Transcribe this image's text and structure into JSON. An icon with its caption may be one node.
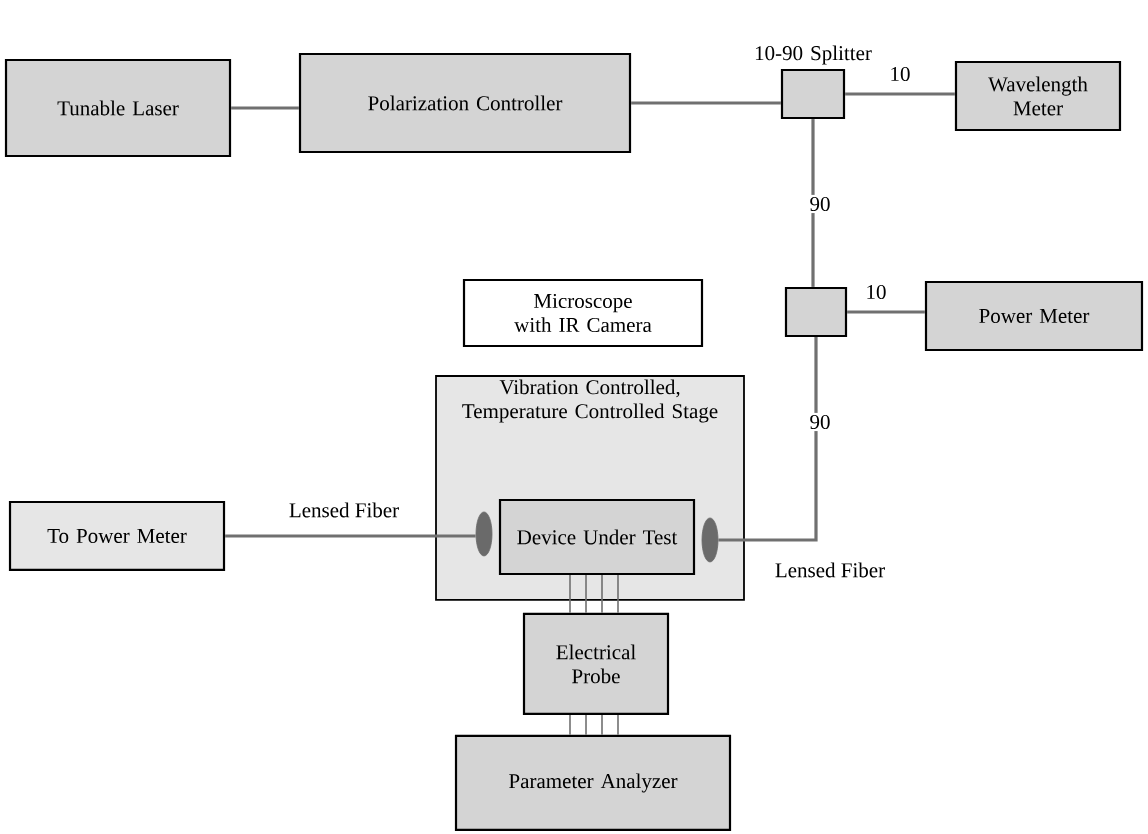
{
  "diagram": {
    "nodes": [
      {
        "text": [
          "Tunable Laser"
        ]
      },
      {
        "text": [
          "Polarization Controller"
        ]
      },
      {
        "text": [
          "10-90 Splitter"
        ]
      },
      {
        "text": [
          "Wavelength Meter"
        ]
      },
      {
        "text": [
          "Microscope with IR Camera"
        ]
      },
      {
        "text": [],
        "shape": "box"
      },
      {
        "text": [
          "Power Meter"
        ]
      },
      {
        "text": [
          "Vibration Controlled, Temperature Controlled Stage"
        ]
      },
      {
        "text": [
          "Device Under Test"
        ],
        "in": 7
      },
      {
        "text": [
          "To Power Meter"
        ]
      },
      {
        "text": [],
        "shape": "ellipse",
        "in": 7
      },
      {
        "text": [],
        "shape": "ellipse",
        "in": 7
      },
      {
        "text": [
          "Electrical Probe"
        ]
      },
      {
        "text": [
          "Parameter Analyzer"
        ]
      }
    ],
    "edges": [
      {
        "from": 0,
        "to": 1,
        "arrow": "none"
      },
      {
        "from": 1,
        "to": 2,
        "arrow": "none"
      },
      {
        "from": 2,
        "to": 3,
        "arrow": "none",
        "label": "10"
      },
      {
        "from": 2,
        "to": 5,
        "arrow": "none",
        "label": "90"
      },
      {
        "from": 5,
        "to": 6,
        "arrow": "none",
        "label": "10"
      },
      {
        "from": 5,
        "to": 11,
        "arrow": "none",
        "label": "90"
      },
      {
        "from": 9,
        "to": 10,
        "arrow": "none",
        "label": "Lensed Fiber"
      },
      {
        "from": 8,
        "to": 12,
        "arrow": "none"
      },
      {
        "from": 8,
        "to": 12,
        "arrow": "none"
      },
      {
        "from": 8,
        "to": 12,
        "arrow": "none"
      },
      {
        "from": 8,
        "to": 12,
        "arrow": "none"
      },
      {
        "from": 12,
        "to": 13,
        "arrow": "none"
      },
      {
        "from": 12,
        "to": 13,
        "arrow": "none"
      },
      {
        "from": 12,
        "to": 13,
        "arrow": "none"
      },
      {
        "from": 12,
        "to": 13,
        "arrow": "none"
      }
    ],
    "labels": [
      "Lensed Fiber"
    ]
  }
}
